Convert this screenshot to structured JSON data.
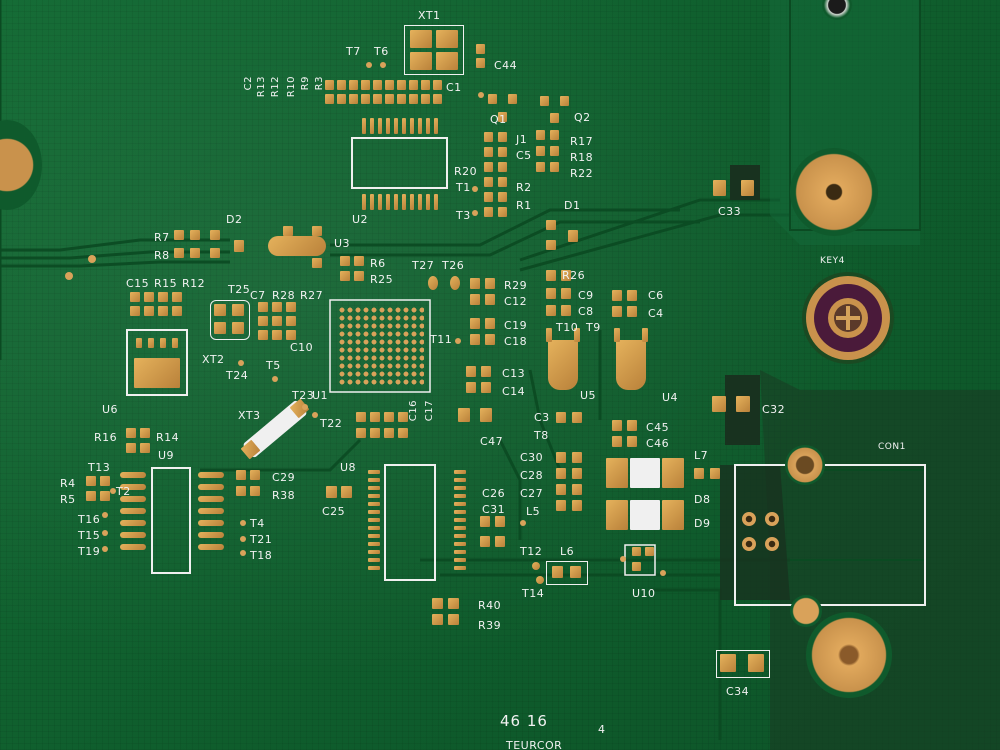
{
  "photo": {
    "subject": "green printed circuit board with gold pads",
    "colors": {
      "solder_mask": "#0f5a2c",
      "pad": "#d49a4c",
      "silkscreen": "#f2f2f2",
      "substrate": "#1a3a22"
    }
  },
  "silkscreen_labels": {
    "xt1": "XT1",
    "c44": "C44",
    "t7": "T7",
    "t6": "T6",
    "c1": "C1",
    "c2": "C2",
    "r13": "R13",
    "r12": "R12",
    "r10": "R10",
    "r9": "R9",
    "r3": "R3",
    "q1": "Q1",
    "q2": "Q2",
    "j1": "J1",
    "c5": "C5",
    "r17": "R17",
    "r18": "R18",
    "r22": "R22",
    "r20": "R20",
    "t1": "T1",
    "r2": "R2",
    "r1": "R1",
    "t3": "T3",
    "u2": "U2",
    "d2": "D2",
    "r7": "R7",
    "r8": "R8",
    "u3": "U3",
    "r6": "R6",
    "r25": "R25",
    "t27": "T27",
    "t26": "T26",
    "d1": "D1",
    "r29": "R29",
    "r12b": "C12",
    "r26": "R26",
    "c9": "C9",
    "c8": "C8",
    "c6": "C6",
    "c4": "C4",
    "c19": "C19",
    "c18": "C18",
    "t10": "T10",
    "t9": "T9",
    "t11": "T11",
    "c15": "C15",
    "r15": "R15",
    "r12c": "R12",
    "t25": "T25",
    "c7": "C7",
    "r28": "R28",
    "r27": "R27",
    "c10": "C10",
    "u1pin": "U1",
    "xt2": "XT2",
    "t24": "T24",
    "t5": "T5",
    "c13": "C13",
    "c14": "C14",
    "u5": "U5",
    "u4": "U4",
    "u6": "U6",
    "t23": "T23",
    "u1": "U1",
    "t22": "T22",
    "c16": "C16",
    "c17": "C17",
    "c47": "C47",
    "xt3": "XT3",
    "r16": "R16",
    "r14": "R14",
    "u9": "U9",
    "c3": "C3",
    "t8": "T8",
    "c45": "C45",
    "c46": "C46",
    "c32": "C32",
    "c33": "C33",
    "key4": "KEY4",
    "con1": "CON1",
    "t13": "T13",
    "r4": "R4",
    "r5": "R5",
    "t2": "T2",
    "c29": "C29",
    "r38": "R38",
    "c30": "C30",
    "c28": "C28",
    "c27": "C27",
    "l5": "L5",
    "l7": "L7",
    "d8": "D8",
    "d9": "D9",
    "u8": "U8",
    "c25": "C25",
    "c26": "C26",
    "c31": "C31",
    "t16": "T16",
    "t15": "T15",
    "t19": "T19",
    "t4": "T4",
    "t21": "T21",
    "t18": "T18",
    "t12": "T12",
    "l6": "L6",
    "t14": "T14",
    "u10": "U10",
    "r40": "R40",
    "r39": "R39",
    "c34": "C34",
    "bottom_code": "46 16",
    "bottom_mark": "4",
    "bottom_partial": "TEURCOR"
  }
}
